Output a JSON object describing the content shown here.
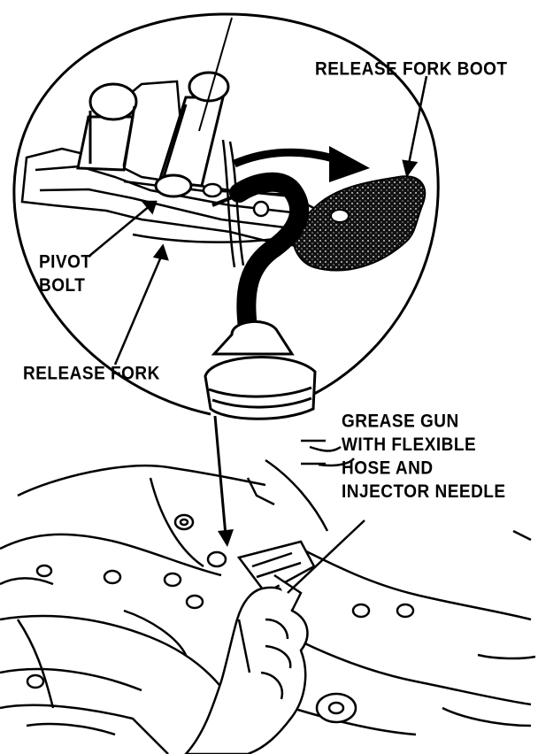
{
  "labels": {
    "release_fork_boot": "RELEASE FORK BOOT",
    "pivot_bolt_line1": "PIVOT",
    "pivot_bolt_line2": "BOLT",
    "release_fork": "RELEASE FORK",
    "grease_gun_line1": "GREASE GUN",
    "grease_gun_line2": "WITH FLEXIBLE",
    "grease_gun_line3": "HOSE AND",
    "grease_gun_line4": "INJECTOR NEEDLE"
  },
  "colors": {
    "ink": "#000000",
    "paper": "#ffffff",
    "boot_fill": "#1a1a1a"
  }
}
